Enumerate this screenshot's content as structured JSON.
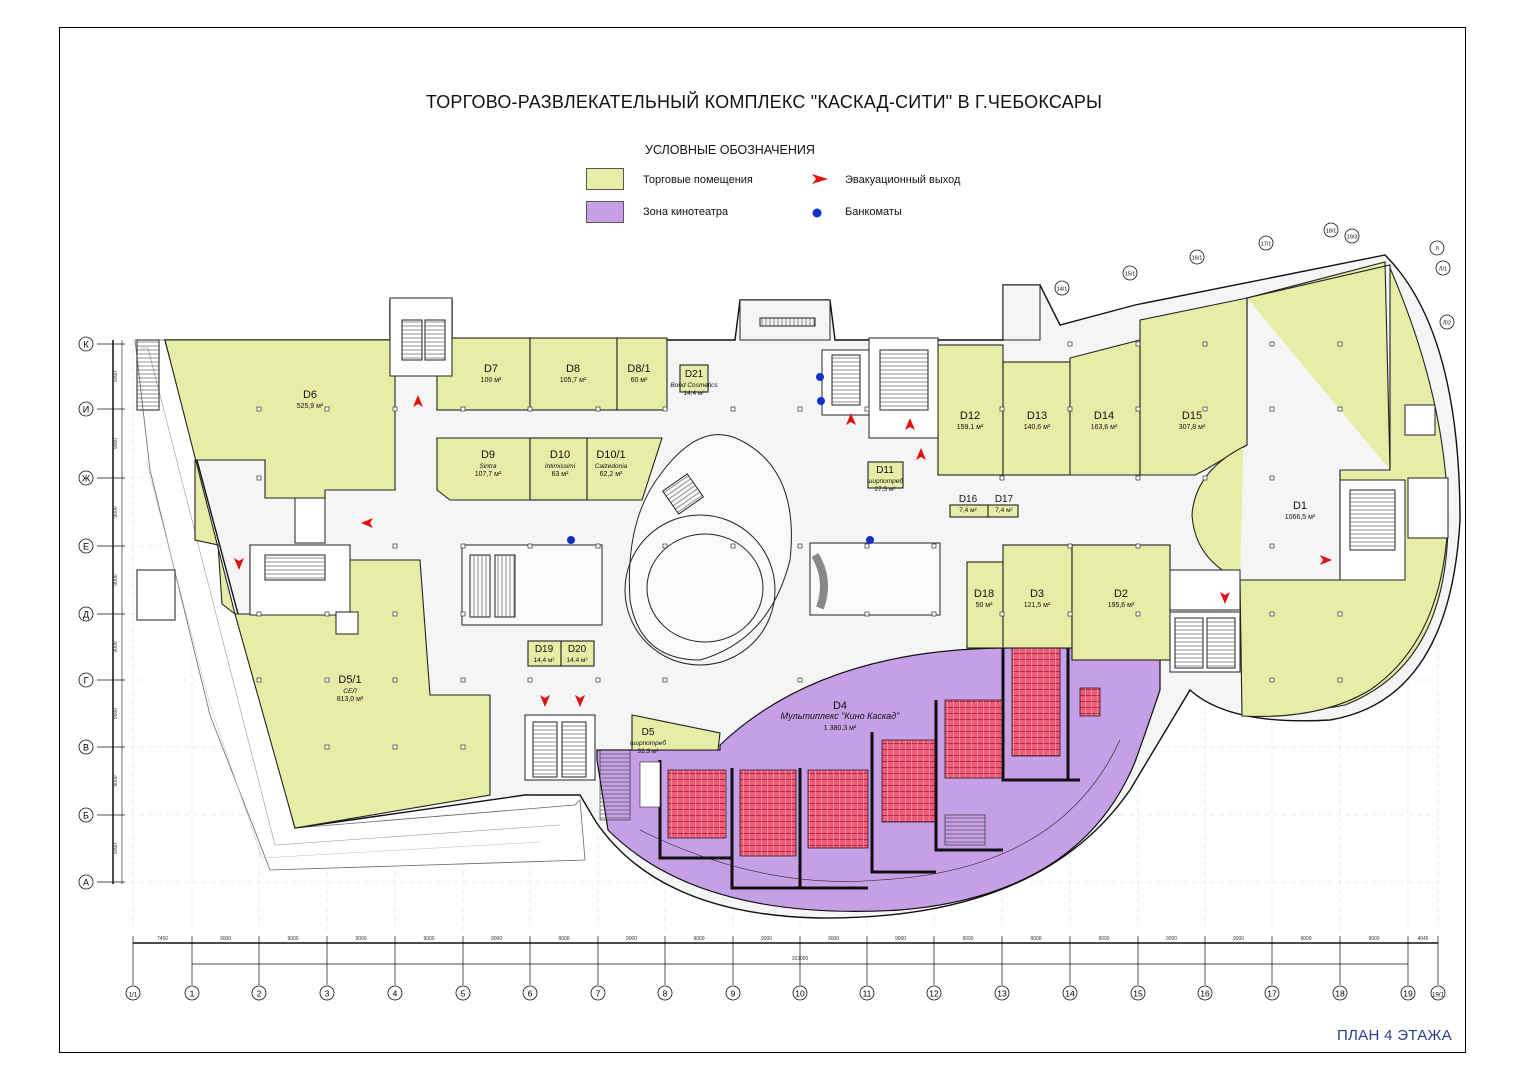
{
  "title": "ТОРГОВО-РАЗВЛЕКАТЕЛЬНЫЙ КОМПЛЕКС \"КАСКАД-СИТИ\" В Г.ЧЕБОКСАРЫ",
  "legend": {
    "heading": "УСЛОВНЫЕ ОБОЗНАЧЕНИЯ",
    "retail": "Торговые помещения",
    "cinema": "Зона кинотеатра",
    "exit": "Эвакуационный выход",
    "atm": "Банкоматы"
  },
  "plan_label": "ПЛАН  4 ЭТАЖА",
  "colors": {
    "retail": "#e7eda6",
    "cinema": "#c79fe6",
    "seats": "#ef5c78",
    "exit_arrow": "#e01010",
    "atm_dot": "#1230c8",
    "plan_label": "#2a3c8c"
  },
  "rooms": {
    "d6": {
      "id": "D6",
      "area": "525,9 м²"
    },
    "d7": {
      "id": "D7",
      "area": "100 м²"
    },
    "d8": {
      "id": "D8",
      "area": "105,7 м²"
    },
    "d8_1": {
      "id": "D8/1",
      "area": "60 м²"
    },
    "d21": {
      "id": "D21",
      "area": "14,4 м²",
      "tenant": "Bond Cosmetics"
    },
    "d9": {
      "id": "D9",
      "area": "107,7 м²",
      "tenant": "Sintra"
    },
    "d10": {
      "id": "D10",
      "area": "63 м²",
      "tenant": "Intimissimi"
    },
    "d10_1": {
      "id": "D10/1",
      "area": "62,2 м²",
      "tenant": "Calzedonia"
    },
    "d11": {
      "id": "D11",
      "area": "27,5 м²",
      "tenant": "ширпотреб"
    },
    "d12": {
      "id": "D12",
      "area": "159,1 м²"
    },
    "d13": {
      "id": "D13",
      "area": "140,6 м²"
    },
    "d14": {
      "id": "D14",
      "area": "163,6 м²"
    },
    "d15": {
      "id": "D15",
      "area": "307,8 м²"
    },
    "d1": {
      "id": "D1",
      "area": "1066,5 м²"
    },
    "d16": {
      "id": "D16",
      "area": "7,4 м²"
    },
    "d17": {
      "id": "D17",
      "area": "7,4 м²"
    },
    "d18": {
      "id": "D18",
      "area": "50 м²"
    },
    "d3": {
      "id": "D3",
      "area": "121,5 м²"
    },
    "d2": {
      "id": "D2",
      "area": "195,6 м²"
    },
    "d19": {
      "id": "D19",
      "area": "14,4 м²"
    },
    "d20": {
      "id": "D20",
      "area": "14,4 м²"
    },
    "d5": {
      "id": "D5",
      "area": "32,3 м²",
      "tenant": "ширпотреб"
    },
    "d5_1": {
      "id": "D5/1",
      "area": "813,0 м²",
      "tenant": "СЕЛ"
    },
    "d4": {
      "id": "D4",
      "area": "1 380,3 м²",
      "tenant": "Мультиплекс \"Кино Каскад\""
    }
  },
  "row_axes": [
    "К",
    "И",
    "Ж",
    "Е",
    "Д",
    "Г",
    "В",
    "Б",
    "А"
  ],
  "column_axes": [
    "1/1",
    "1",
    "2",
    "3",
    "4",
    "5",
    "6",
    "7",
    "8",
    "9",
    "10",
    "11",
    "12",
    "13",
    "14",
    "15",
    "16",
    "17",
    "18",
    "19",
    "19/1"
  ],
  "column_spacings": [
    "7450",
    "9000",
    "9000",
    "9000",
    "9000",
    "9000",
    "9000",
    "9000",
    "9000",
    "9000",
    "9000",
    "9000",
    "9000",
    "9000",
    "9000",
    "9000",
    "9000",
    "9000",
    "9000",
    "4045"
  ],
  "row_spacings": [
    "9000",
    "9000",
    "9000",
    "9000",
    "9000",
    "9000",
    "9000",
    "9000"
  ],
  "total_dimension": "163000",
  "curved_axes": [
    "14/1",
    "15/1",
    "16/1",
    "17/1",
    "18/1",
    "19/3",
    "Л",
    "Л/1",
    "Л/2"
  ]
}
